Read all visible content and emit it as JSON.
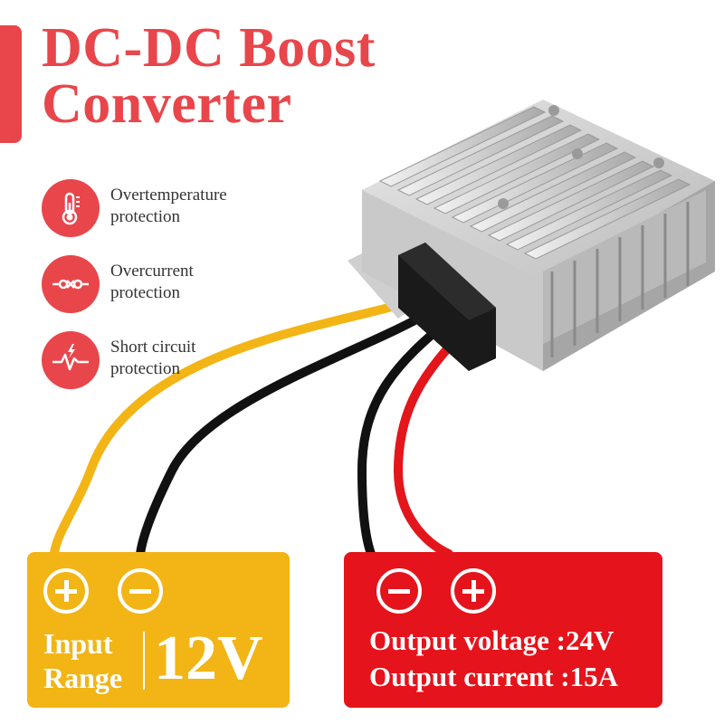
{
  "title": {
    "line1": "DC-DC Boost",
    "line2": "Converter"
  },
  "colors": {
    "accent": "#e8464b",
    "input_box": "#f2b515",
    "output_box": "#e5131b",
    "wire_yellow": "#f2b515",
    "wire_red": "#e3161c",
    "wire_black": "#111111"
  },
  "features": [
    {
      "icon": "thermometer-icon",
      "line1": "Overtemperature",
      "line2": "protection"
    },
    {
      "icon": "overcurrent-icon",
      "line1": "Overcurrent",
      "line2": "protection"
    },
    {
      "icon": "short-circuit-icon",
      "line1": "Short circuit",
      "line2": "protection"
    }
  ],
  "input": {
    "label_line1": "Input",
    "label_line2": "Range",
    "voltage": "12V"
  },
  "output": {
    "voltage_line": "Output voltage :24V",
    "current_line": "Output current :15A"
  }
}
